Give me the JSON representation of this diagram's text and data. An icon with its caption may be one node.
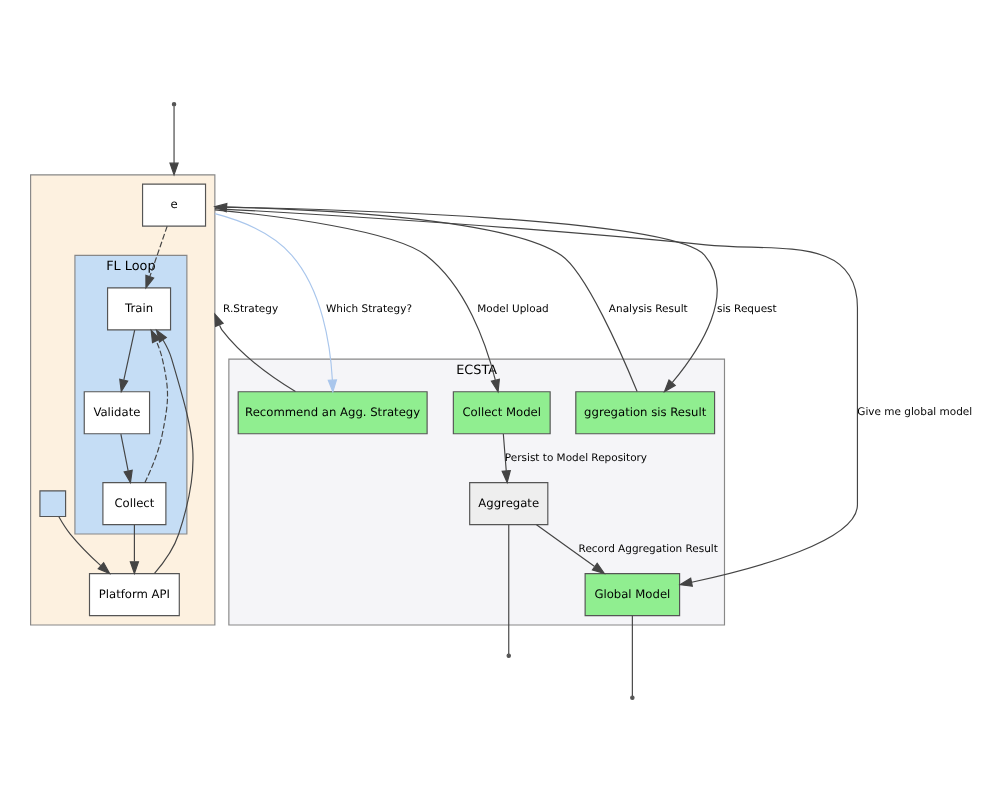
{
  "diagram": {
    "nodes": [
      {
        "text": [],
        "shape": "box"
      },
      {
        "text": [
          "e"
        ],
        "in": 0
      },
      {
        "text": [
          "FL Loop"
        ],
        "in": 0
      },
      {
        "text": [
          "Train"
        ],
        "in": 2
      },
      {
        "text": [
          "Validate"
        ],
        "in": 2
      },
      {
        "text": [
          "Collect"
        ],
        "in": 2
      },
      {
        "text": [
          "Platform API"
        ],
        "in": 0
      },
      {
        "text": [],
        "shape": "box",
        "in": 0
      },
      {
        "text": [
          "ECSTA"
        ]
      },
      {
        "text": [
          "Recommend an Agg. Strategy"
        ],
        "in": 8
      },
      {
        "text": [
          "Collect Model"
        ],
        "in": 8
      },
      {
        "text": [
          "Aggregate"
        ],
        "in": 8
      },
      {
        "text": [
          "ggregation sis Result"
        ],
        "in": 8
      },
      {
        "text": [
          "Global Model"
        ],
        "in": 8
      }
    ],
    "edges": [
      {
        "from": 1,
        "to": 3,
        "arrow": "to",
        "style": "dashed"
      },
      {
        "from": 3,
        "to": 4,
        "arrow": "to"
      },
      {
        "from": 4,
        "to": 5,
        "arrow": "to"
      },
      {
        "from": 5,
        "to": 3,
        "arrow": "to",
        "style": "dashed"
      },
      {
        "from": 5,
        "to": 6,
        "arrow": "to"
      },
      {
        "from": 6,
        "to": 3,
        "arrow": "to"
      },
      {
        "from": 7,
        "to": 6,
        "arrow": "to"
      },
      {
        "from": 0,
        "to": 9,
        "arrow": "to",
        "label": "Which Strategy?",
        "color": "#a9c6ec"
      },
      {
        "from": 9,
        "to": 0,
        "arrow": "to",
        "label": "R.Strategy"
      },
      {
        "from": 0,
        "to": 10,
        "arrow": "to",
        "label": "Model Upload"
      },
      {
        "from": 10,
        "to": 11,
        "arrow": "to",
        "label": "Persist to Model Repository"
      },
      {
        "from": 0,
        "to": 12,
        "arrow": "to",
        "label": "sis Request"
      },
      {
        "from": 12,
        "to": 0,
        "arrow": "to",
        "label": "Analysis Result"
      },
      {
        "from": 0,
        "to": 13,
        "arrow": "to",
        "label": "Give me global model"
      },
      {
        "from": 11,
        "to": 13,
        "arrow": "to",
        "label": "Record Aggregation Result"
      },
      {
        "from": 11,
        "to": null,
        "arrow": "none"
      },
      {
        "from": 13,
        "to": null,
        "arrow": "none"
      },
      {
        "from": null,
        "to": 0,
        "arrow": "to"
      }
    ]
  }
}
